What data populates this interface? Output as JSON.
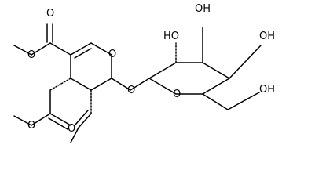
{
  "molecule": {
    "atom_labels": {
      "ester_carbonyl_o": "O",
      "ester_methoxy_o": "O",
      "ring_o_pyran": "O",
      "glycosidic_o": "O",
      "ring_o_sugar": "O",
      "side_ester_carbonyl_o": "O",
      "side_ester_methoxy_o": "O",
      "hydroxyl_c2": "HO",
      "hydroxyl_c3": "OH",
      "hydroxyl_c4": "OH",
      "hydroxyl_c6": "OH"
    }
  }
}
